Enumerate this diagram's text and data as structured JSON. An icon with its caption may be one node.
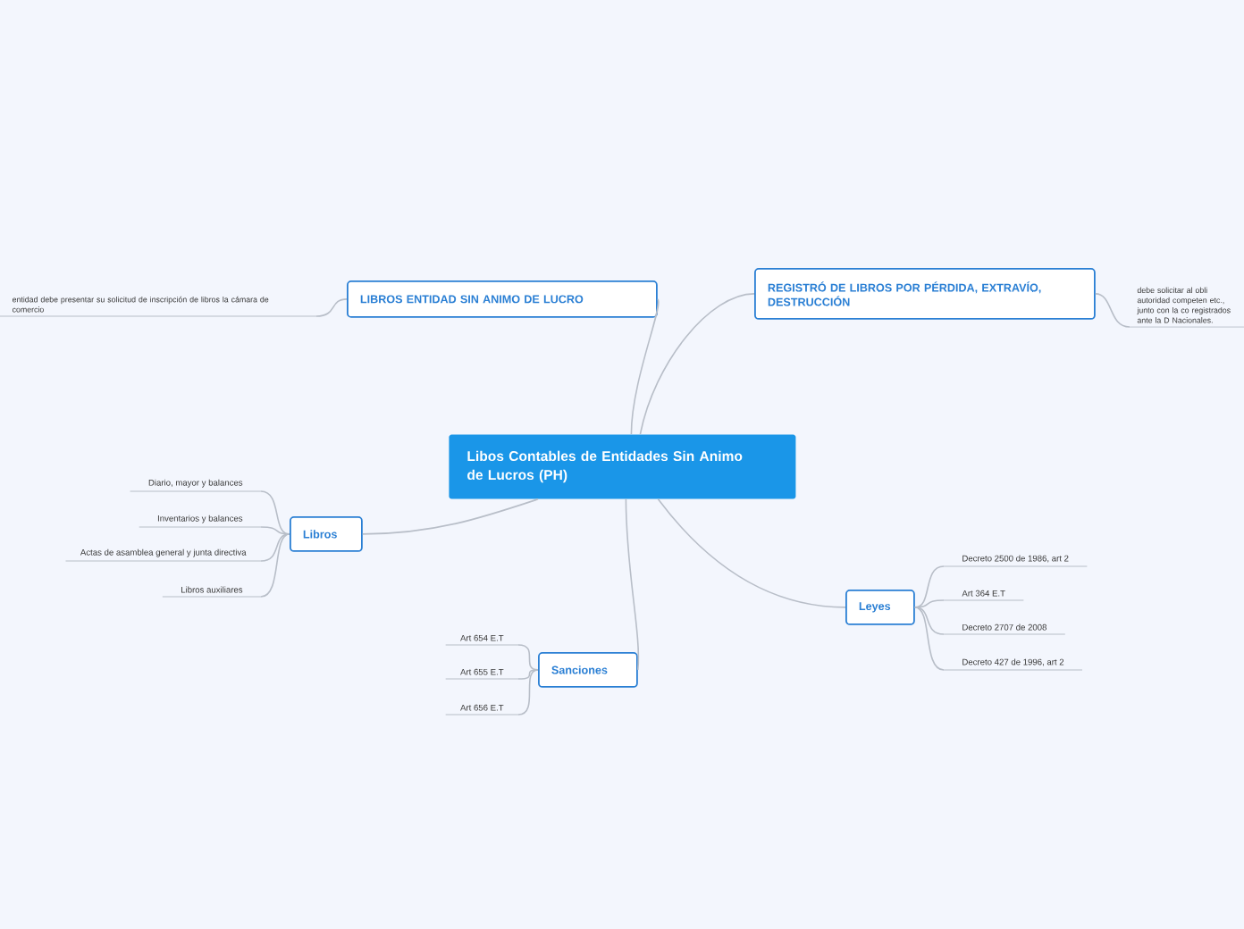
{
  "diagram": {
    "nodes": [
      {
        "text": [
          "Libos Contables de Entidades Sin Animo de Lucros (PH)"
        ]
      },
      {
        "text": [
          "LIBROS ENTIDAD SIN ANIMO DE LUCRO"
        ]
      },
      {
        "text": [
          "entidad debe presentar su solicitud de inscripción de libros la cámara de comercio"
        ]
      },
      {
        "text": [
          "REGISTRÓ DE LIBROS POR PÉRDIDA, EXTRAVÍO, DESTRUCCIÓN"
        ]
      },
      {
        "text": [
          "debe solicitar al obli autoridad competen etc., junto con la co registrados ante la D Nacionales."
        ]
      },
      {
        "text": [
          "Libros"
        ]
      },
      {
        "text": [
          "Diario, mayor y balances"
        ]
      },
      {
        "text": [
          "Inventarios y balances"
        ]
      },
      {
        "text": [
          "Actas de asamblea general y junta directiva"
        ]
      },
      {
        "text": [
          "Libros auxiliares"
        ]
      },
      {
        "text": [
          "Sanciones"
        ]
      },
      {
        "text": [
          "Art 654 E.T"
        ]
      },
      {
        "text": [
          "Art 655 E.T"
        ]
      },
      {
        "text": [
          "Art 656 E.T"
        ]
      },
      {
        "text": [
          "Leyes"
        ]
      },
      {
        "text": [
          "Decreto 2500 de 1986, art 2"
        ]
      },
      {
        "text": [
          "Art 364 E.T"
        ]
      },
      {
        "text": [
          "Decreto 2707 de 2008"
        ]
      },
      {
        "text": [
          "Decreto 427 de 1996, art 2"
        ]
      }
    ],
    "edges": [
      {
        "from": 0,
        "to": 1,
        "arrow": "none"
      },
      {
        "from": 1,
        "to": 2,
        "arrow": "none"
      },
      {
        "from": 0,
        "to": 3,
        "arrow": "none"
      },
      {
        "from": 3,
        "to": 4,
        "arrow": "none"
      },
      {
        "from": 0,
        "to": 5,
        "arrow": "none"
      },
      {
        "from": 5,
        "to": 6,
        "arrow": "none"
      },
      {
        "from": 5,
        "to": 7,
        "arrow": "none"
      },
      {
        "from": 5,
        "to": 8,
        "arrow": "none"
      },
      {
        "from": 5,
        "to": 9,
        "arrow": "none"
      },
      {
        "from": 0,
        "to": 10,
        "arrow": "none"
      },
      {
        "from": 10,
        "to": 11,
        "arrow": "none"
      },
      {
        "from": 10,
        "to": 12,
        "arrow": "none"
      },
      {
        "from": 10,
        "to": 13,
        "arrow": "none"
      },
      {
        "from": 0,
        "to": 14,
        "arrow": "none"
      },
      {
        "from": 14,
        "to": 15,
        "arrow": "none"
      },
      {
        "from": 14,
        "to": 16,
        "arrow": "none"
      },
      {
        "from": 14,
        "to": 17,
        "arrow": "none"
      },
      {
        "from": 14,
        "to": 18,
        "arrow": "none"
      }
    ]
  }
}
